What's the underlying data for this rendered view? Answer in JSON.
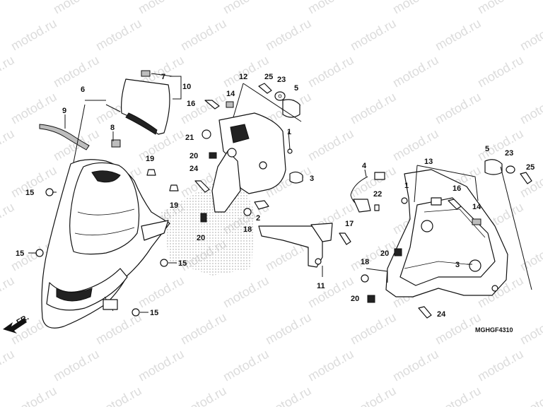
{
  "watermark": {
    "text": "motod.ru"
  },
  "diagram_code": "MGHGF4310",
  "direction_label": "FR.",
  "callouts": [
    "1",
    "2",
    "3",
    "4",
    "5",
    "6",
    "7",
    "8",
    "9",
    "10",
    "11",
    "12",
    "13",
    "14",
    "15",
    "16",
    "17",
    "18",
    "19",
    "20",
    "21",
    "22",
    "23",
    "24",
    "25"
  ]
}
